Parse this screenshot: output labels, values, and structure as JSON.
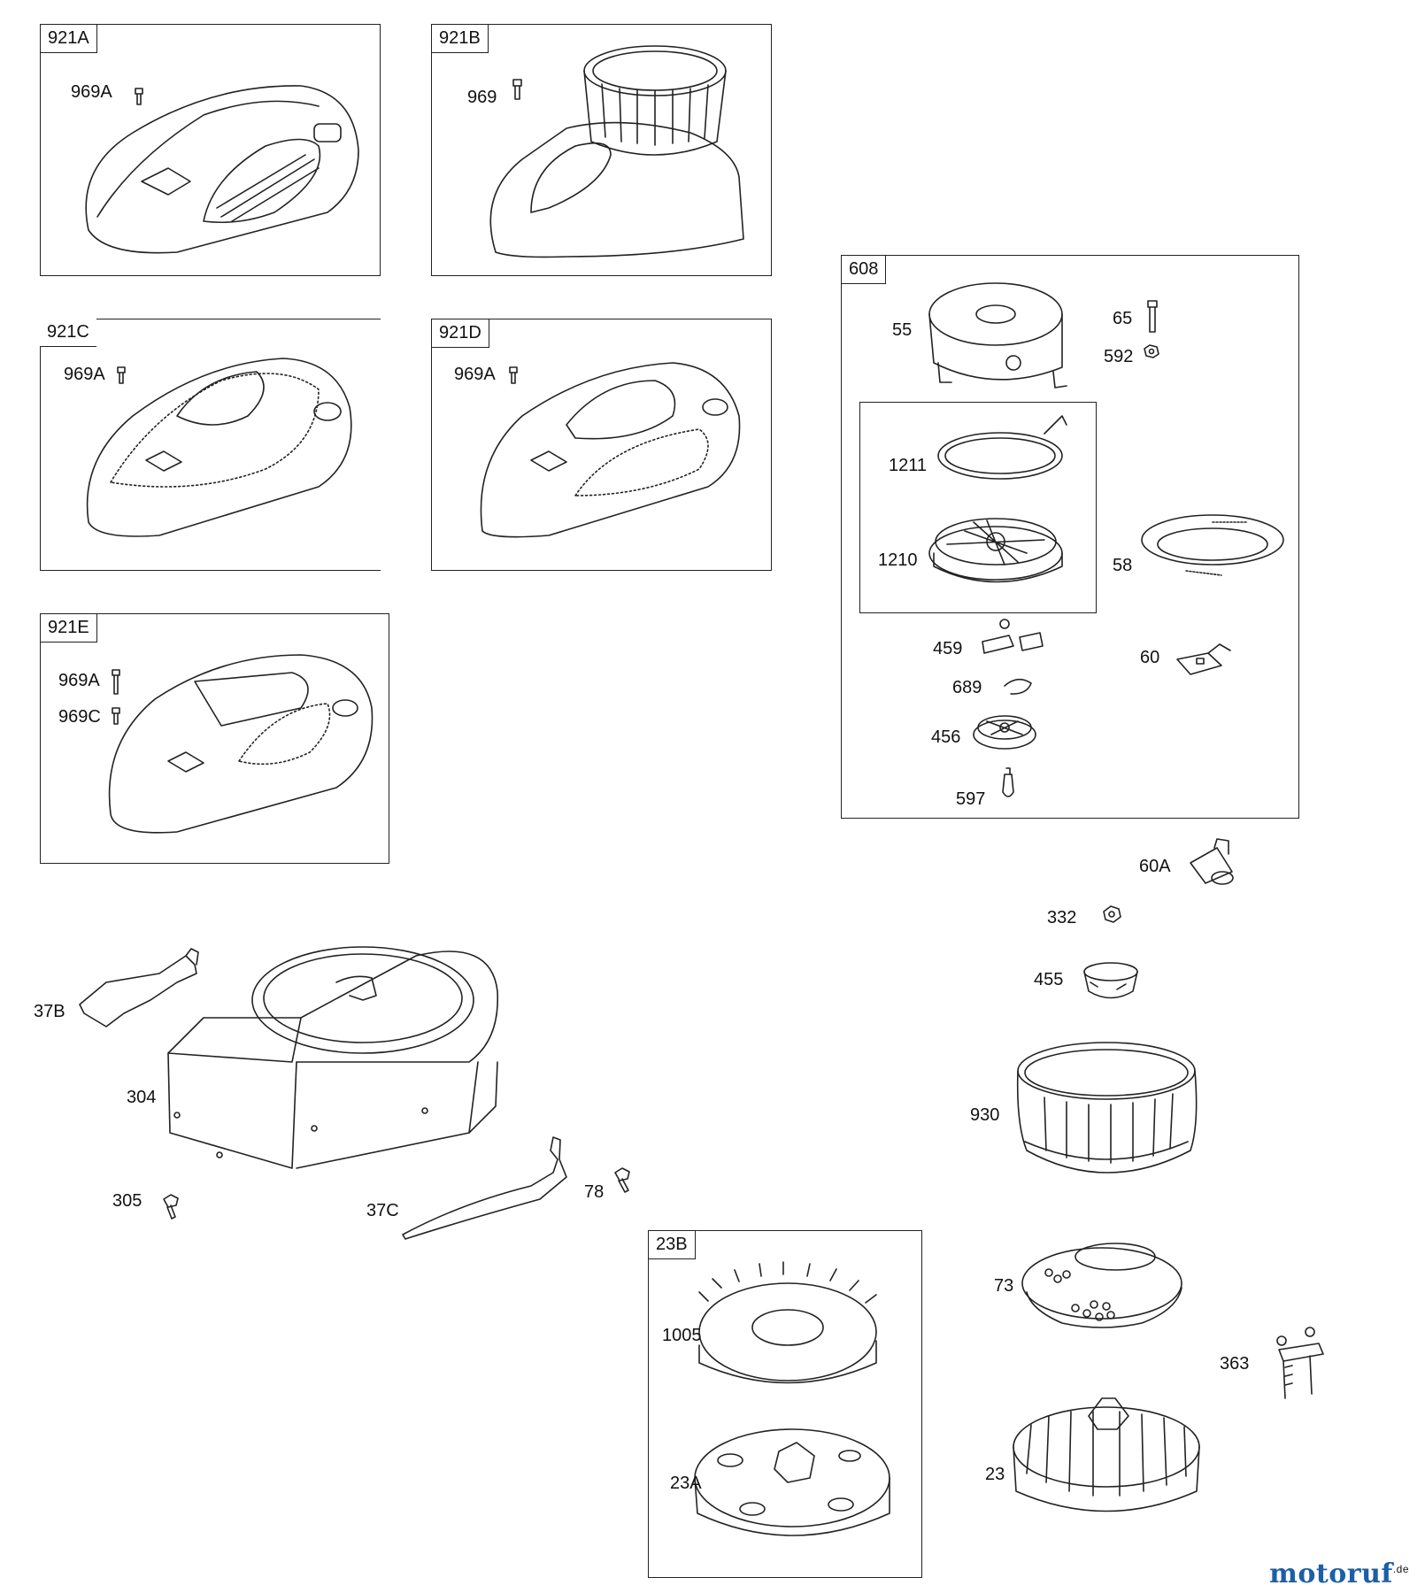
{
  "groups": {
    "g921A": "921A",
    "g921B": "921B",
    "g921C": "921C",
    "g921D": "921D",
    "g921E": "921E",
    "g608": "608",
    "g23B": "23B"
  },
  "parts": {
    "p969A_1": "969A",
    "p969": "969",
    "p969A_2": "969A",
    "p969A_3": "969A",
    "p969A_4": "969A",
    "p969C": "969C",
    "p55": "55",
    "p65": "65",
    "p592": "592",
    "p1211": "1211",
    "p1210": "1210",
    "p58": "58",
    "p459": "459",
    "p60": "60",
    "p689": "689",
    "p456": "456",
    "p597": "597",
    "p60A": "60A",
    "p332": "332",
    "p455": "455",
    "p930": "930",
    "p73": "73",
    "p363": "363",
    "p23": "23",
    "p37B": "37B",
    "p304": "304",
    "p305": "305",
    "p37C": "37C",
    "p78": "78",
    "p1005": "1005",
    "p23A": "23A"
  },
  "watermark": {
    "brand": "motoruf",
    "tld": ".de"
  },
  "colors": {
    "stroke": "#222222",
    "brand_m": "#1b5fa8",
    "brand_o": "#e64a19",
    "brand_t": "#2e7d32"
  }
}
